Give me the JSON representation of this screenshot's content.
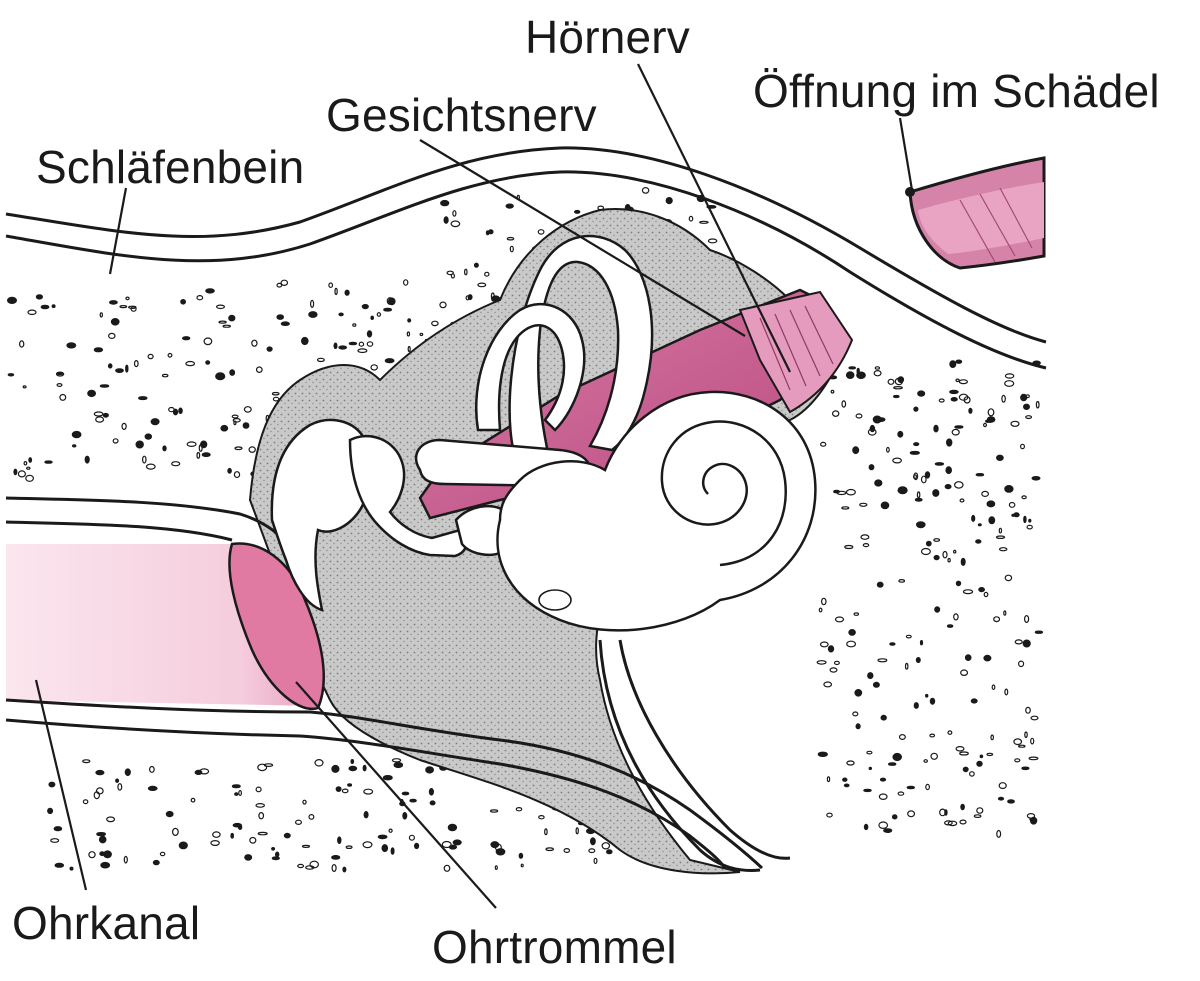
{
  "diagram": {
    "labels": {
      "hoernerv": "Hörnerv",
      "oeffnung": "Öffnung im Schädel",
      "gesichtsnerv": "Gesichtsnerv",
      "schlaefenbein": "Schläfenbein",
      "ohrkanal": "Ohrkanal",
      "ohrtrommel": "Ohrtrommel"
    },
    "colors": {
      "nerve": "#c35a8e",
      "nerve_light": "#e28fb6",
      "eardrum": "#e0779f",
      "canal": "#f9dfe9",
      "cavity": "#c8c8c8",
      "outline": "#1a1a1a"
    }
  }
}
